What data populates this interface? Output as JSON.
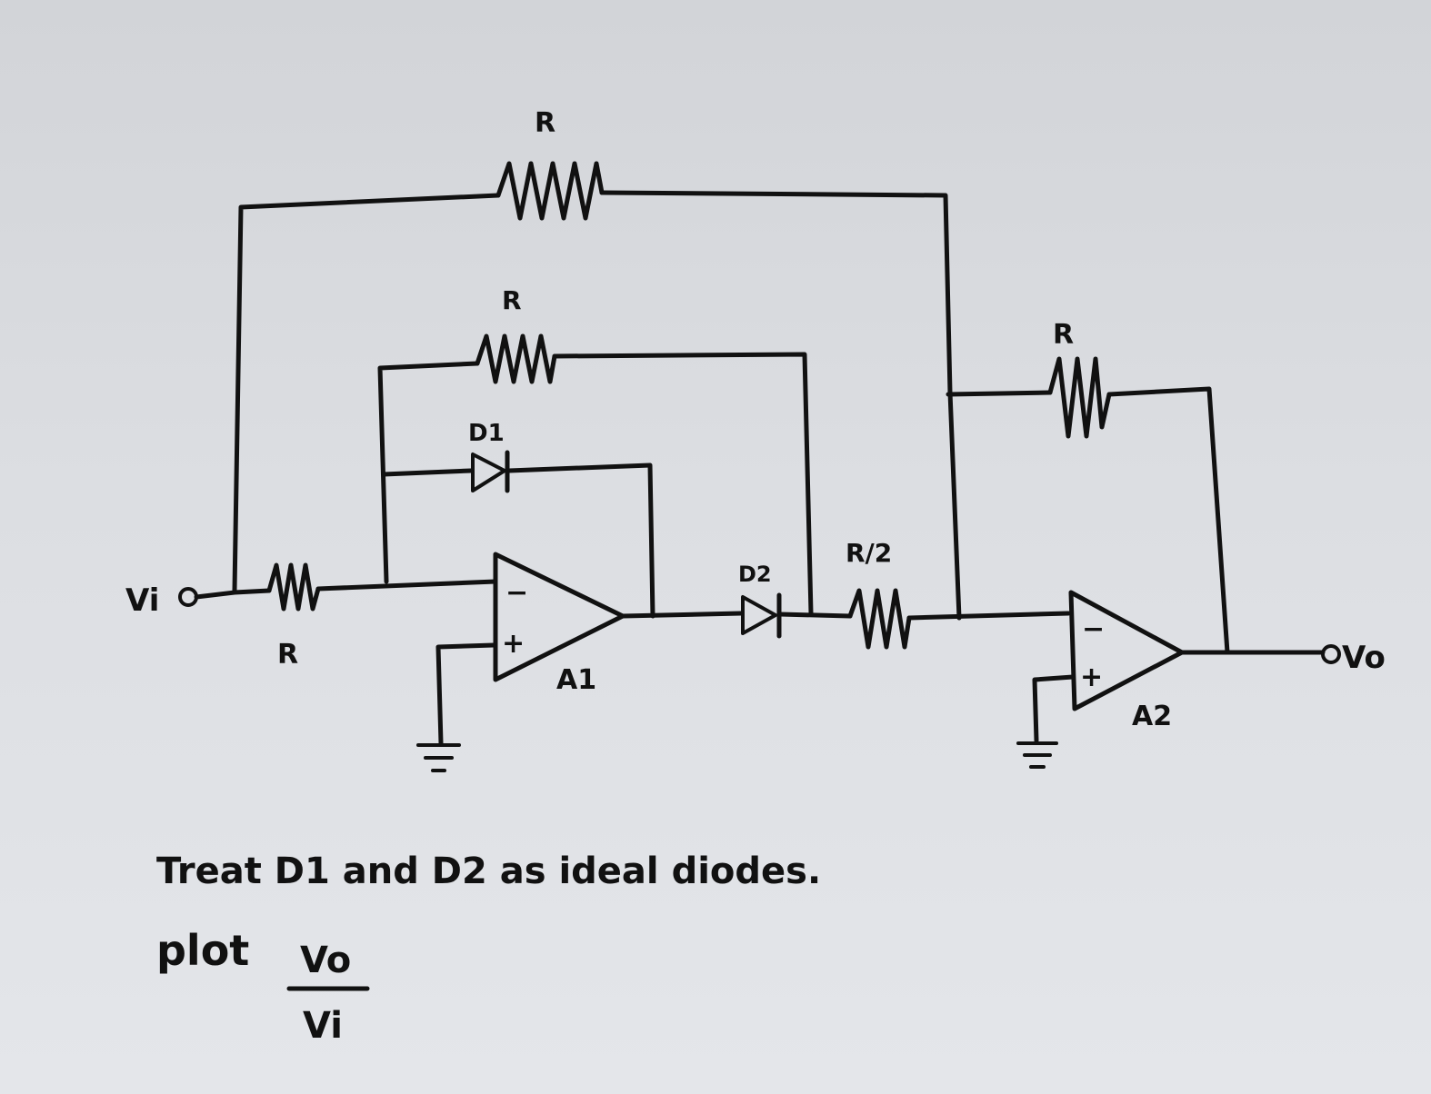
{
  "circuit": {
    "input_label": "Vi",
    "output_label": "Vo",
    "resistor_top": "R",
    "resistor_mid": "R",
    "resistor_feedback_a2": "R",
    "resistor_input": "R",
    "resistor_half": "R/2",
    "diode_1": "D1",
    "diode_2": "D2",
    "opamp_1": "A1",
    "opamp_2": "A2",
    "minus_sign": "−",
    "plus_sign": "+"
  },
  "notes": {
    "line1": "Treat  D1 and D2 as ideal diodes.",
    "plot_word": "plot",
    "frac_numerator": "Vo",
    "frac_denominator": "Vi"
  }
}
